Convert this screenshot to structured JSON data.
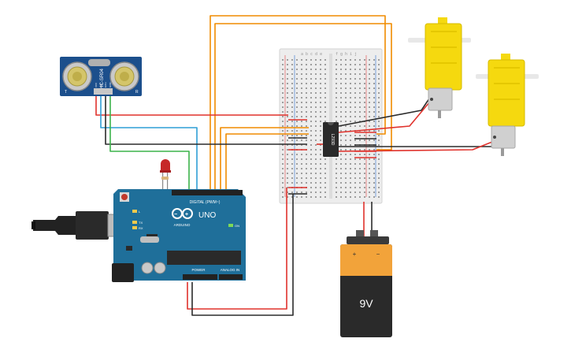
{
  "circuit": {
    "sensor": {
      "label": "HC-SR04",
      "pins": [
        "VCC",
        "Trig",
        "Echo",
        "GND"
      ],
      "side_marks": [
        "T",
        "R"
      ]
    },
    "arduino": {
      "brand": "ARDUINO",
      "model": "UNO",
      "header_digital": "DIGITAL (PWM~)",
      "header_power": "POWER",
      "header_analog": "ANALOG IN",
      "tx": "TX",
      "rx": "RX",
      "on": "ON",
      "l": "L"
    },
    "battery": {
      "label": "9V",
      "plus": "+",
      "minus": "−"
    },
    "driver_ic": {
      "label": "L293D"
    },
    "breadboard": {
      "cols_left": "a b c d e",
      "cols_right": "f g h i j"
    },
    "colors": {
      "wire_red": "#e0322c",
      "wire_black": "#2b2b2b",
      "wire_orange": "#f08c00",
      "wire_blue": "#2f9fd6",
      "wire_green": "#3cb34a",
      "arduino_board": "#1f6f9a",
      "sensor_board": "#1c4f8c",
      "motor_yellow": "#f5d90f",
      "battery_orange": "#f2a33a"
    }
  }
}
